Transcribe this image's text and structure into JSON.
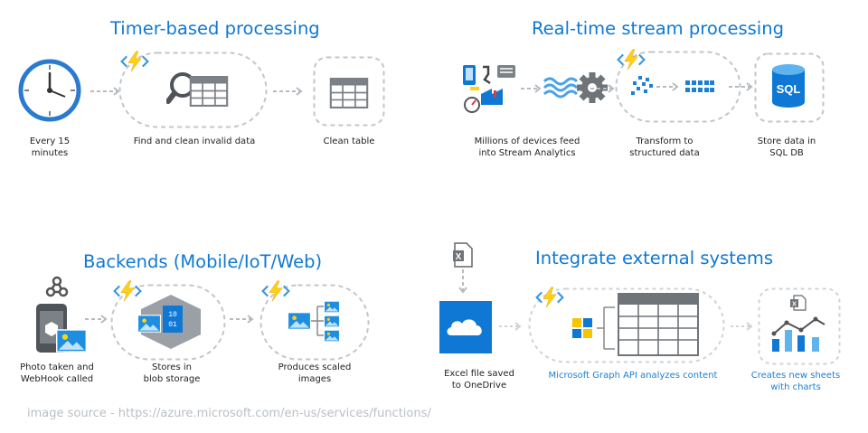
{
  "panels": {
    "timer": {
      "title": "Timer-based processing",
      "captions": [
        "Every 15\nminutes",
        "Find and clean invalid data",
        "Clean table"
      ]
    },
    "stream": {
      "title": "Real-time stream processing",
      "captions": [
        "Millions of devices feed\ninto Stream Analytics",
        "Transform to\nstructured data",
        "Store data in\nSQL DB"
      ],
      "sql_label": "SQL"
    },
    "backends": {
      "title": "Backends (Mobile/IoT/Web)",
      "captions": [
        "Photo taken and\nWebHook called",
        "Stores in\nblob storage",
        "Produces scaled\nimages"
      ],
      "blob_text": "10\n01"
    },
    "integrate": {
      "title": "Integrate external systems",
      "captions": [
        "Excel file saved\nto OneDrive",
        "Microsoft Graph API analyzes content",
        "Creates new sheets\nwith charts"
      ],
      "excel_letter": "X"
    }
  },
  "image_source": "image source - https://azure.microsoft.com/en-us/services/functions/",
  "colors": {
    "title_blue": "#0f78d4",
    "function_yellow": "#fcd116",
    "dash_gray": "#c2c6cb",
    "azure_blue": "#0078d4",
    "icon_gray": "#6f7479"
  },
  "icons": [
    "clock-icon",
    "azure-function-icon",
    "magnifier-icon",
    "table-icon",
    "iot-devices-icon",
    "stream-analytics-icon",
    "sql-database-icon",
    "webhook-icon",
    "phone-icon",
    "blob-storage-icon",
    "image-icon",
    "excel-icon",
    "onedrive-icon",
    "graph-api-icon",
    "chart-icon"
  ]
}
